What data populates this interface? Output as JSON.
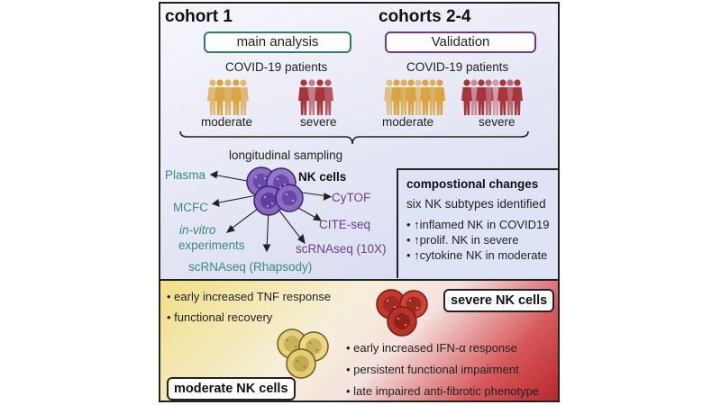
{
  "cohort1": {
    "title": "cohort 1",
    "box": "main analysis",
    "patients": "COVID-19 patients",
    "moderate": "moderate",
    "severe": "severe"
  },
  "cohorts24": {
    "title": "cohorts 2-4",
    "box": "Validation",
    "patients": "COVID-19 patients",
    "moderate": "moderate",
    "severe": "severe"
  },
  "sampling": "longitudinal sampling",
  "center": "NK cells",
  "methods": {
    "plasma": "Plasma",
    "mcfc": "MCFC",
    "invitro_italic": "in-vitro",
    "invitro_rest": "experiments",
    "rhapsody": "scRNAseq (Rhapsody)",
    "tenx": "scRNAseq (10X)",
    "citeseq": "CITE-seq",
    "cytof": "CyTOF"
  },
  "changes": {
    "title": "compostional changes",
    "subtitle": "six NK subtypes identified",
    "items": [
      "• ↑inflamed NK in COVID19",
      "• ↑prolif. NK in severe",
      "• ↑cytokine NK in moderate"
    ]
  },
  "moderate_nk": {
    "label": "moderate NK cells",
    "bullets": [
      "• early increased TNF response",
      "• functional recovery"
    ]
  },
  "severe_nk": {
    "label": "severe NK cells",
    "bullets": [
      "• early increased IFN-α response",
      "• persistent functional impairment",
      "• late impaired anti-fibrotic phenotype"
    ]
  },
  "colors": {
    "green_box": "#2e7d64",
    "purple_box": "#6b3b8f",
    "moderate_people": "#d9a441",
    "severe_people": "#a8343c",
    "nk_cell": "#8b6cc4",
    "severe_cell": "#c0392b",
    "moderate_cell": "#e6d17a"
  }
}
